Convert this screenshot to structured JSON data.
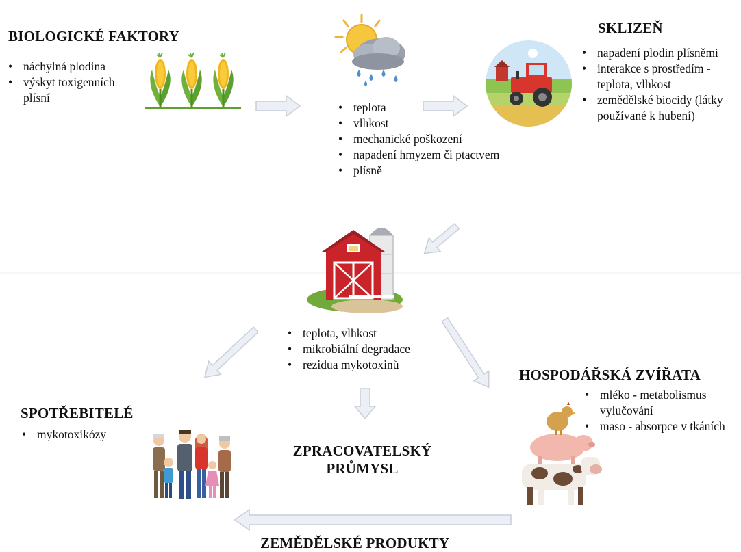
{
  "biological": {
    "title": "BIOLOGICKÉ FAKTORY",
    "items": [
      "náchylná plodina",
      "výskyt toxigenních plísní"
    ]
  },
  "weather": {
    "items": [
      "teplota",
      "vlhkost",
      "mechanické poškození",
      "napadení hmyzem či ptactvem",
      "plísně"
    ]
  },
  "harvest": {
    "title": "SKLIZEŇ",
    "items": [
      "napadení plodin plísněmi",
      "interakce s prostředím - teplota, vlhkost",
      "zemědělské biocidy (látky používané k hubení)"
    ]
  },
  "storage": {
    "items": [
      "teplota, vlhkost",
      "mikrobiální degradace",
      "rezidua mykotoxinů"
    ]
  },
  "consumers": {
    "title": "SPOTŘEBITELÉ",
    "items": [
      "mykotoxikózy"
    ]
  },
  "processing": {
    "title": "ZPRACOVATELSKÝ PRŮMYSL"
  },
  "livestock": {
    "title": "HOSPODÁŘSKÁ ZVÍŘATA",
    "items": [
      "mléko - metabolismus vylučování",
      "maso - absorpce v tkáních"
    ]
  },
  "products": {
    "title": "ZEMĚDĚLSKÉ PRODUKTY"
  },
  "colors": {
    "arrow_fill": "#eceff5",
    "arrow_stroke": "#c9ceda",
    "corn_green": "#6fb13b",
    "corn_yellow": "#f2b51c",
    "tractor_red": "#d8362c",
    "barn_red": "#c8242a"
  }
}
